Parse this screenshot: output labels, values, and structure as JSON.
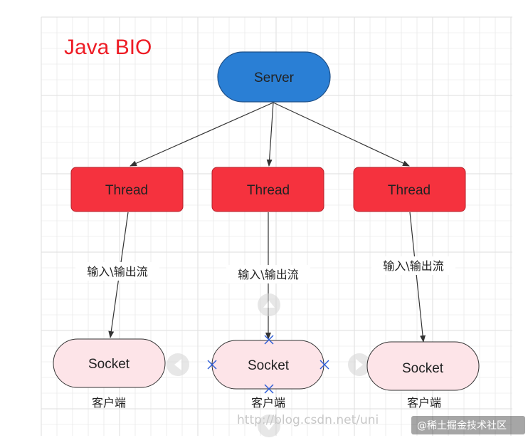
{
  "title": "Java BIO",
  "server": {
    "label": "Server"
  },
  "threads": [
    {
      "label": "Thread"
    },
    {
      "label": "Thread"
    },
    {
      "label": "Thread"
    }
  ],
  "streams": [
    {
      "label": "输入\\输出流"
    },
    {
      "label": "输入\\输出流"
    },
    {
      "label": "输入\\输出流"
    }
  ],
  "sockets": [
    {
      "label": "Socket",
      "caption": "客户端"
    },
    {
      "label": "Socket",
      "caption": "客户端"
    },
    {
      "label": "Socket",
      "caption": "客户端"
    }
  ],
  "watermark": "http://blog.csdn.net/uni",
  "footer": "@稀土掘金技术社区",
  "colors": {
    "server_fill": "#2a7fd5",
    "thread_fill": "#f5323e",
    "socket_fill": "#fde4e8",
    "title": "#ee1c25",
    "grid": "#e3e3e3"
  }
}
